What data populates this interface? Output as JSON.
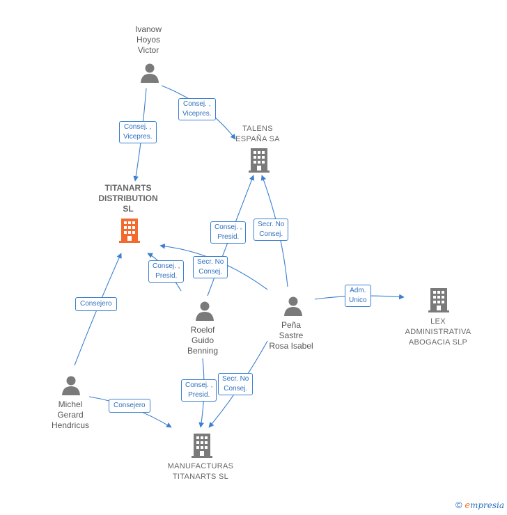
{
  "nodes": {
    "ivanow": {
      "label_lines": [
        "Ivanow",
        "Hoyos",
        "Victor"
      ],
      "icon": "person-icon"
    },
    "talens": {
      "label_lines": [
        "TALENS",
        "ESPAÑA SA"
      ],
      "icon": "building-icon"
    },
    "titanarts": {
      "label_lines": [
        "TITANARTS",
        "DISTRIBUTION",
        "SL"
      ],
      "icon": "building-icon"
    },
    "roelof": {
      "label_lines": [
        "Roelof",
        "Guido",
        "Benning"
      ],
      "icon": "person-icon"
    },
    "pena": {
      "label_lines": [
        "Peña",
        "Sastre",
        "Rosa Isabel"
      ],
      "icon": "person-icon"
    },
    "lex": {
      "label_lines": [
        "LEX",
        "ADMINISTRATIVA",
        "ABOGACIA  SLP"
      ],
      "icon": "building-icon"
    },
    "michel": {
      "label_lines": [
        "Michel",
        "Gerard",
        "Hendricus"
      ],
      "icon": "person-icon"
    },
    "manufacturas": {
      "label_lines": [
        "MANUFACTURAS",
        "TITANARTS  SL"
      ],
      "icon": "building-icon"
    }
  },
  "edges": {
    "ivanow_talens": [
      "Consej. ,",
      "Vicepres."
    ],
    "ivanow_titanarts": [
      "Consej. ,",
      "Vicepres."
    ],
    "roelof_talens": [
      "Consej. ,",
      "Presid."
    ],
    "pena_talens": [
      "Secr.  No",
      "Consej."
    ],
    "roelof_titanarts": [
      "Consej. ,",
      "Presid."
    ],
    "pena_titanarts": [
      "Secr.  No",
      "Consej."
    ],
    "pena_lex": [
      "Adm.",
      "Unico"
    ],
    "michel_titanarts": [
      "Consejero"
    ],
    "michel_manufacturas": [
      "Consejero"
    ],
    "roelof_manufacturas": [
      "Consej. ,",
      "Presid."
    ],
    "pena_manufacturas": [
      "Secr.  No",
      "Consej."
    ]
  },
  "colors": {
    "edge": "#3a7fd0",
    "node_gray": "#7a7a7a",
    "focus": "#f26a2e"
  },
  "footer": {
    "symbol": "©",
    "brand_e": "e",
    "brand_rest": "mpresia"
  }
}
